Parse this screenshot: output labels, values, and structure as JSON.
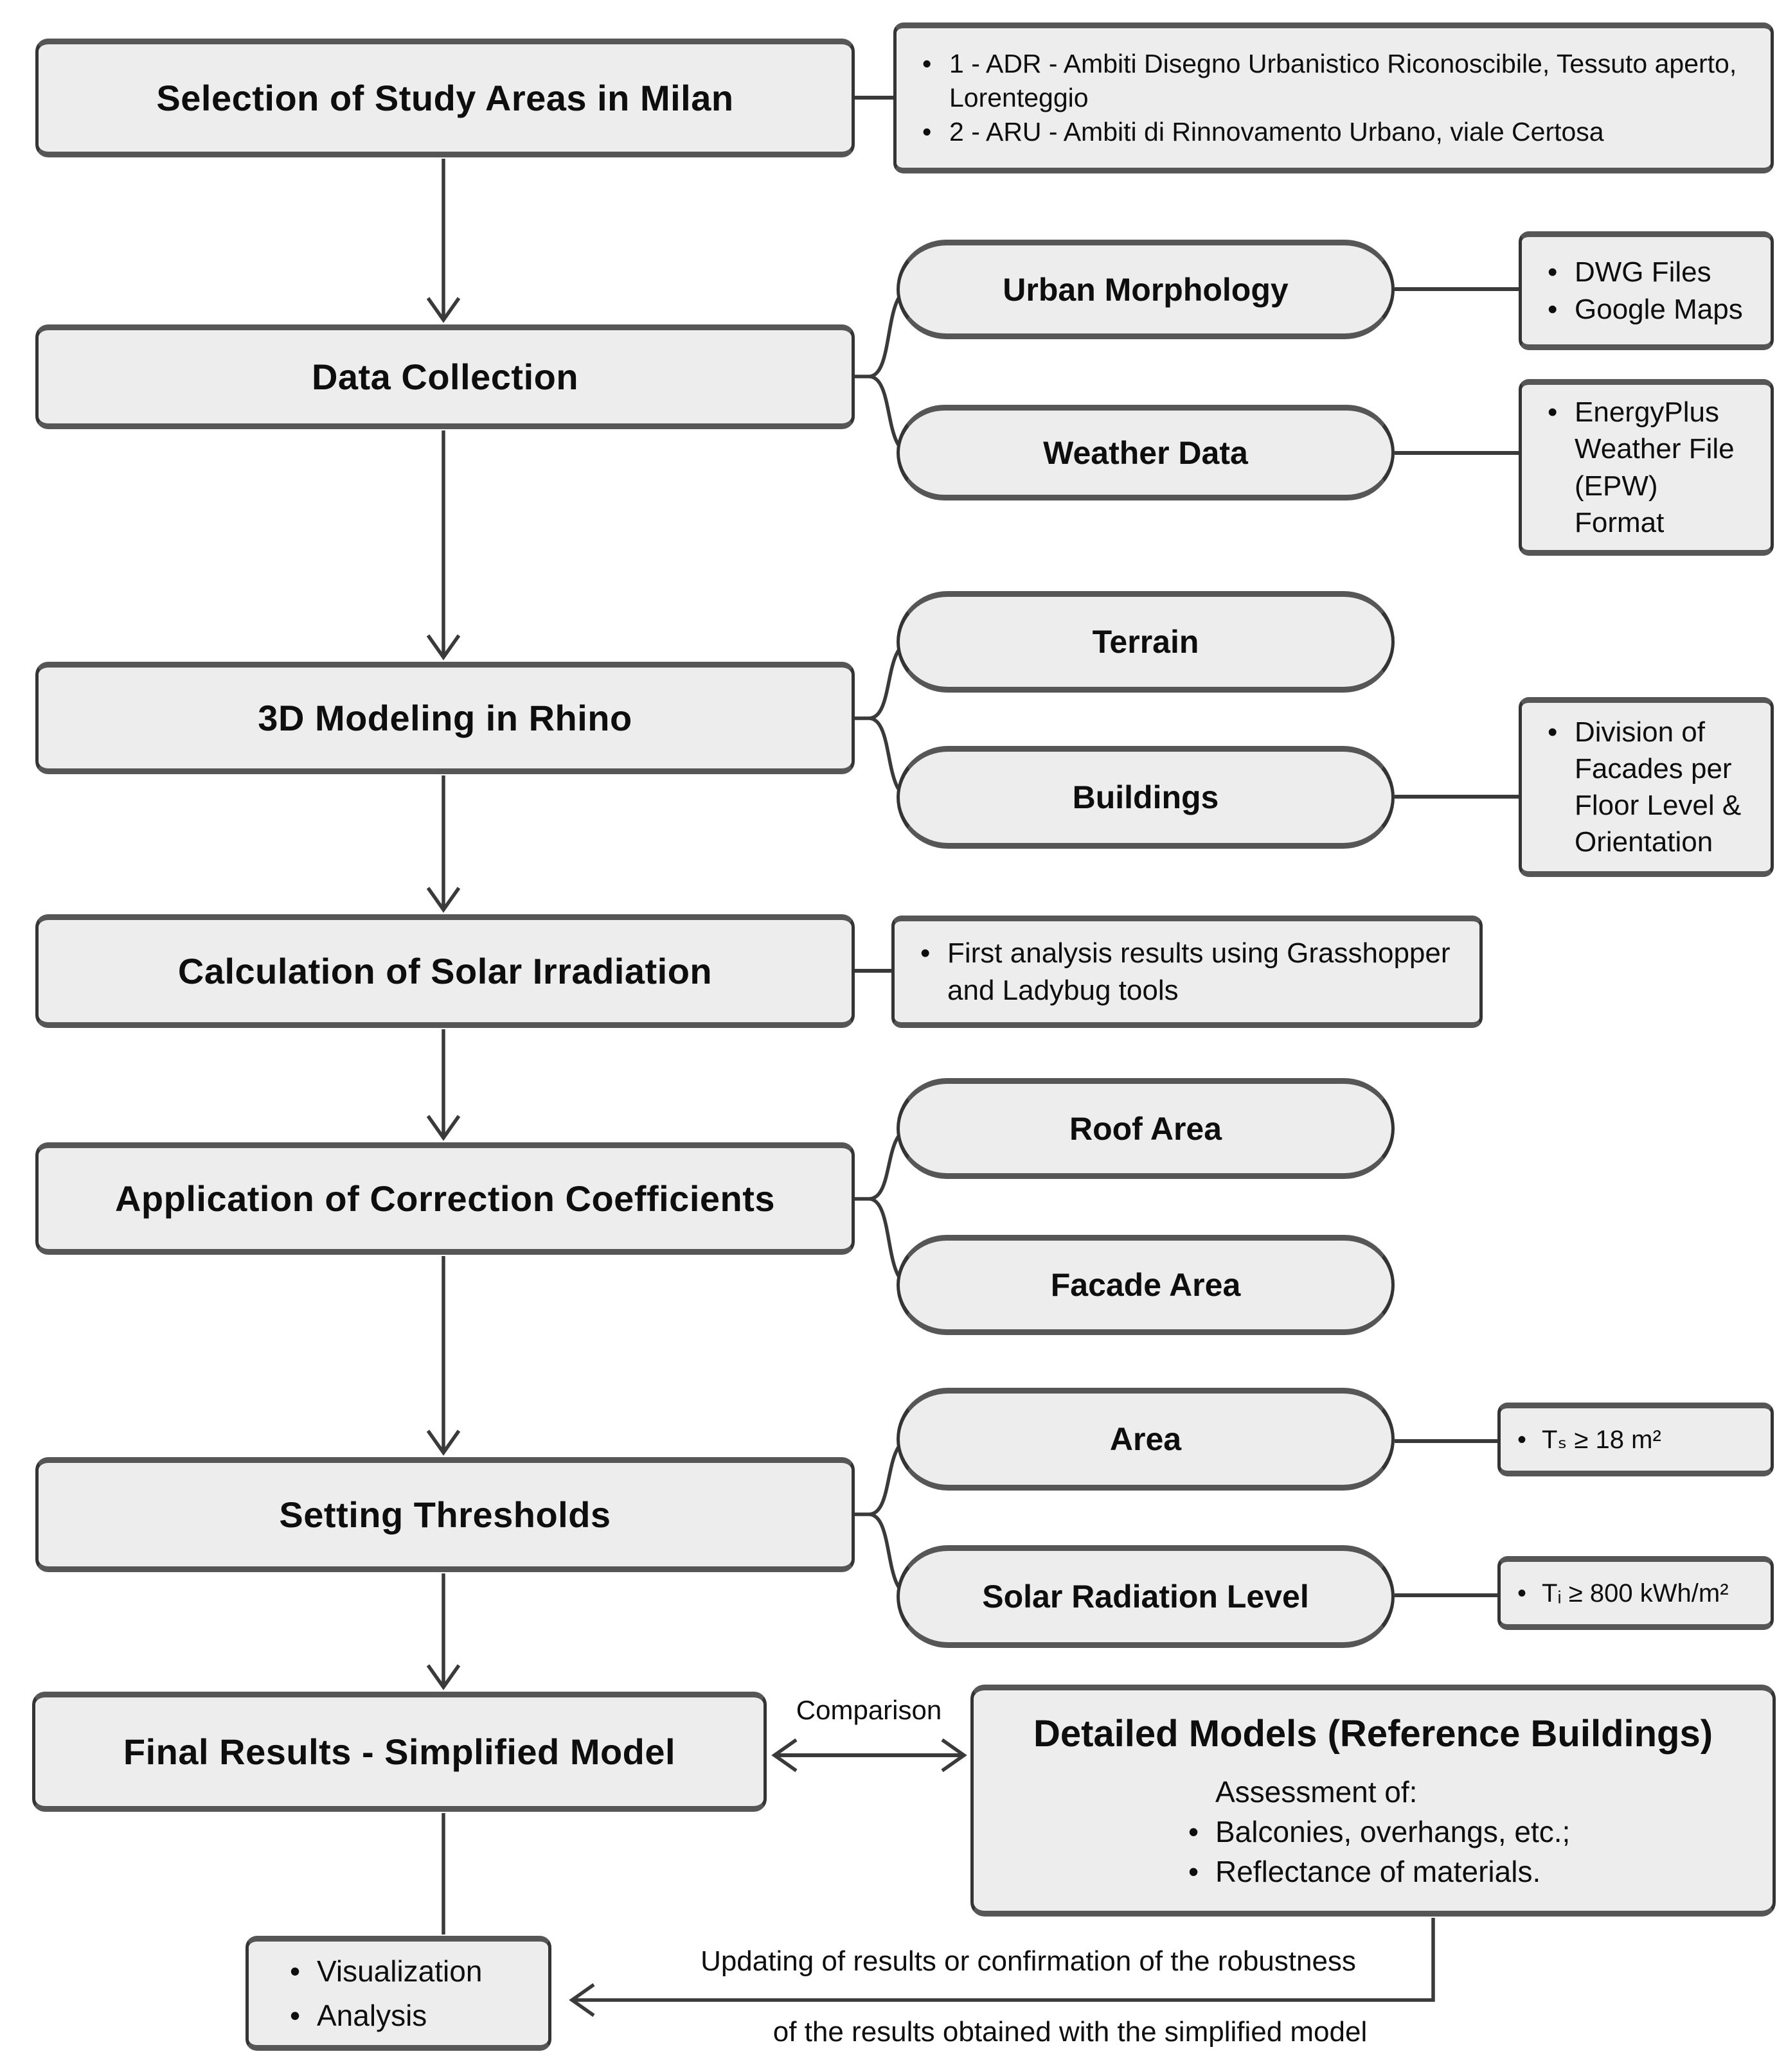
{
  "main_boxes": {
    "selection": "Selection of Study Areas in Milan",
    "data_collection": "Data Collection",
    "modeling": "3D Modeling in Rhino",
    "calculation": "Calculation of Solar Irradiation",
    "correction": "Application of Correction Coefficients",
    "thresholds": "Setting Thresholds",
    "final_results": "Final Results - Simplified Model"
  },
  "pills": {
    "urban_morphology": "Urban Morphology",
    "weather_data": "Weather Data",
    "terrain": "Terrain",
    "buildings": "Buildings",
    "roof_area": "Roof Area",
    "facade_area": "Facade Area",
    "area": "Area",
    "solar_radiation_level": "Solar Radiation Level"
  },
  "annotations": {
    "study_areas": {
      "items": [
        "1 - ADR - Ambiti Disegno Urbanistico Riconoscibile, Tessuto aperto, Lorenteggio",
        "2 - ARU - Ambiti di Rinnovamento Urbano, viale Certosa"
      ]
    },
    "urban_morphology_sources": {
      "items": [
        "DWG Files",
        "Google Maps"
      ]
    },
    "weather_sources": {
      "items": [
        "EnergyPlus Weather File (EPW) Format"
      ]
    },
    "buildings_detail": {
      "items": [
        "Division of Facades per Floor Level & Orientation"
      ]
    },
    "calculation_detail": {
      "items": [
        "First analysis results using Grasshopper and Ladybug tools"
      ]
    },
    "area_threshold": {
      "items": [
        "Tₛ ≥ 18 m²"
      ]
    },
    "radiation_threshold": {
      "items": [
        "Tᵢ ≥ 800 kWh/m²"
      ]
    }
  },
  "detailed_models": {
    "title": "Detailed Models (Reference Buildings)",
    "subtitle": "Assessment of:",
    "items": [
      "Balconies, overhangs, etc.;",
      "Reflectance of materials."
    ]
  },
  "outputs": {
    "items": [
      "Visualization",
      "Analysis"
    ]
  },
  "labels": {
    "comparison": "Comparison",
    "feedback_line1": "Updating of results or confirmation of the robustness",
    "feedback_line2": "of the results obtained with the simplified model"
  },
  "colors": {
    "box_fill": "#ededed",
    "box_border": "#343434",
    "edge_accent": "#565656",
    "connector": "#3a3a3a",
    "text": "#0e0e0e",
    "background": "#ffffff"
  }
}
